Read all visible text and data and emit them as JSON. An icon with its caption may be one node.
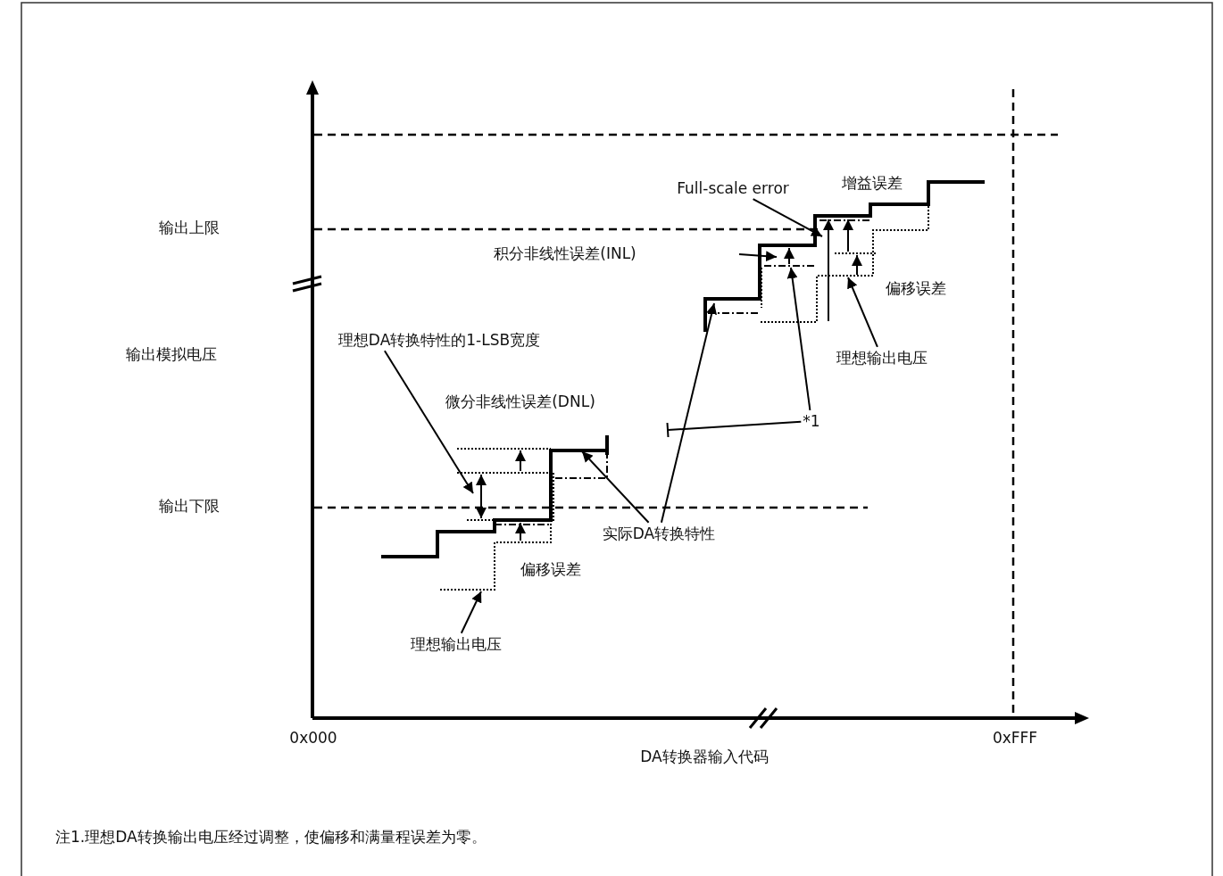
{
  "diagram": {
    "nodes": [
      {
        "text": [
          "Full-scale error"
        ]
      },
      {
        "text": [
          "理想DA转换特性的1-LSB宽度"
        ]
      },
      {
        "text": [
          "理想输出电压"
        ]
      },
      {
        "text": [
          "*1"
        ]
      },
      {
        "text": [
          "实际DA转换特性"
        ]
      },
      {
        "text": [
          "理想输出电压"
        ]
      }
    ],
    "edges": [
      {
        "from": 0,
        "to": null,
        "arrow": "to"
      },
      {
        "from": 1,
        "to": null,
        "arrow": "to"
      },
      {
        "from": 2,
        "to": null,
        "arrow": "to"
      },
      {
        "from": 3,
        "to": null,
        "arrow": "to"
      },
      {
        "from": 3,
        "to": null,
        "arrow": "other"
      },
      {
        "from": 4,
        "to": null,
        "arrow": "to"
      },
      {
        "from": 4,
        "to": null,
        "arrow": "to"
      },
      {
        "from": 5,
        "to": null,
        "arrow": "to"
      }
    ],
    "labels": [
      "增益误差",
      "输出上限",
      "积分非线性误差(INL)",
      "偏移误差",
      "输出模拟电压",
      "微分非线性误差(DNL)",
      "输出下限",
      "偏移误差",
      "0x000",
      "0xFFF",
      "DA转换器输入代码",
      "注1.理想DA转换输出电压经过调整，使偏移和满量程误差为零。"
    ]
  }
}
